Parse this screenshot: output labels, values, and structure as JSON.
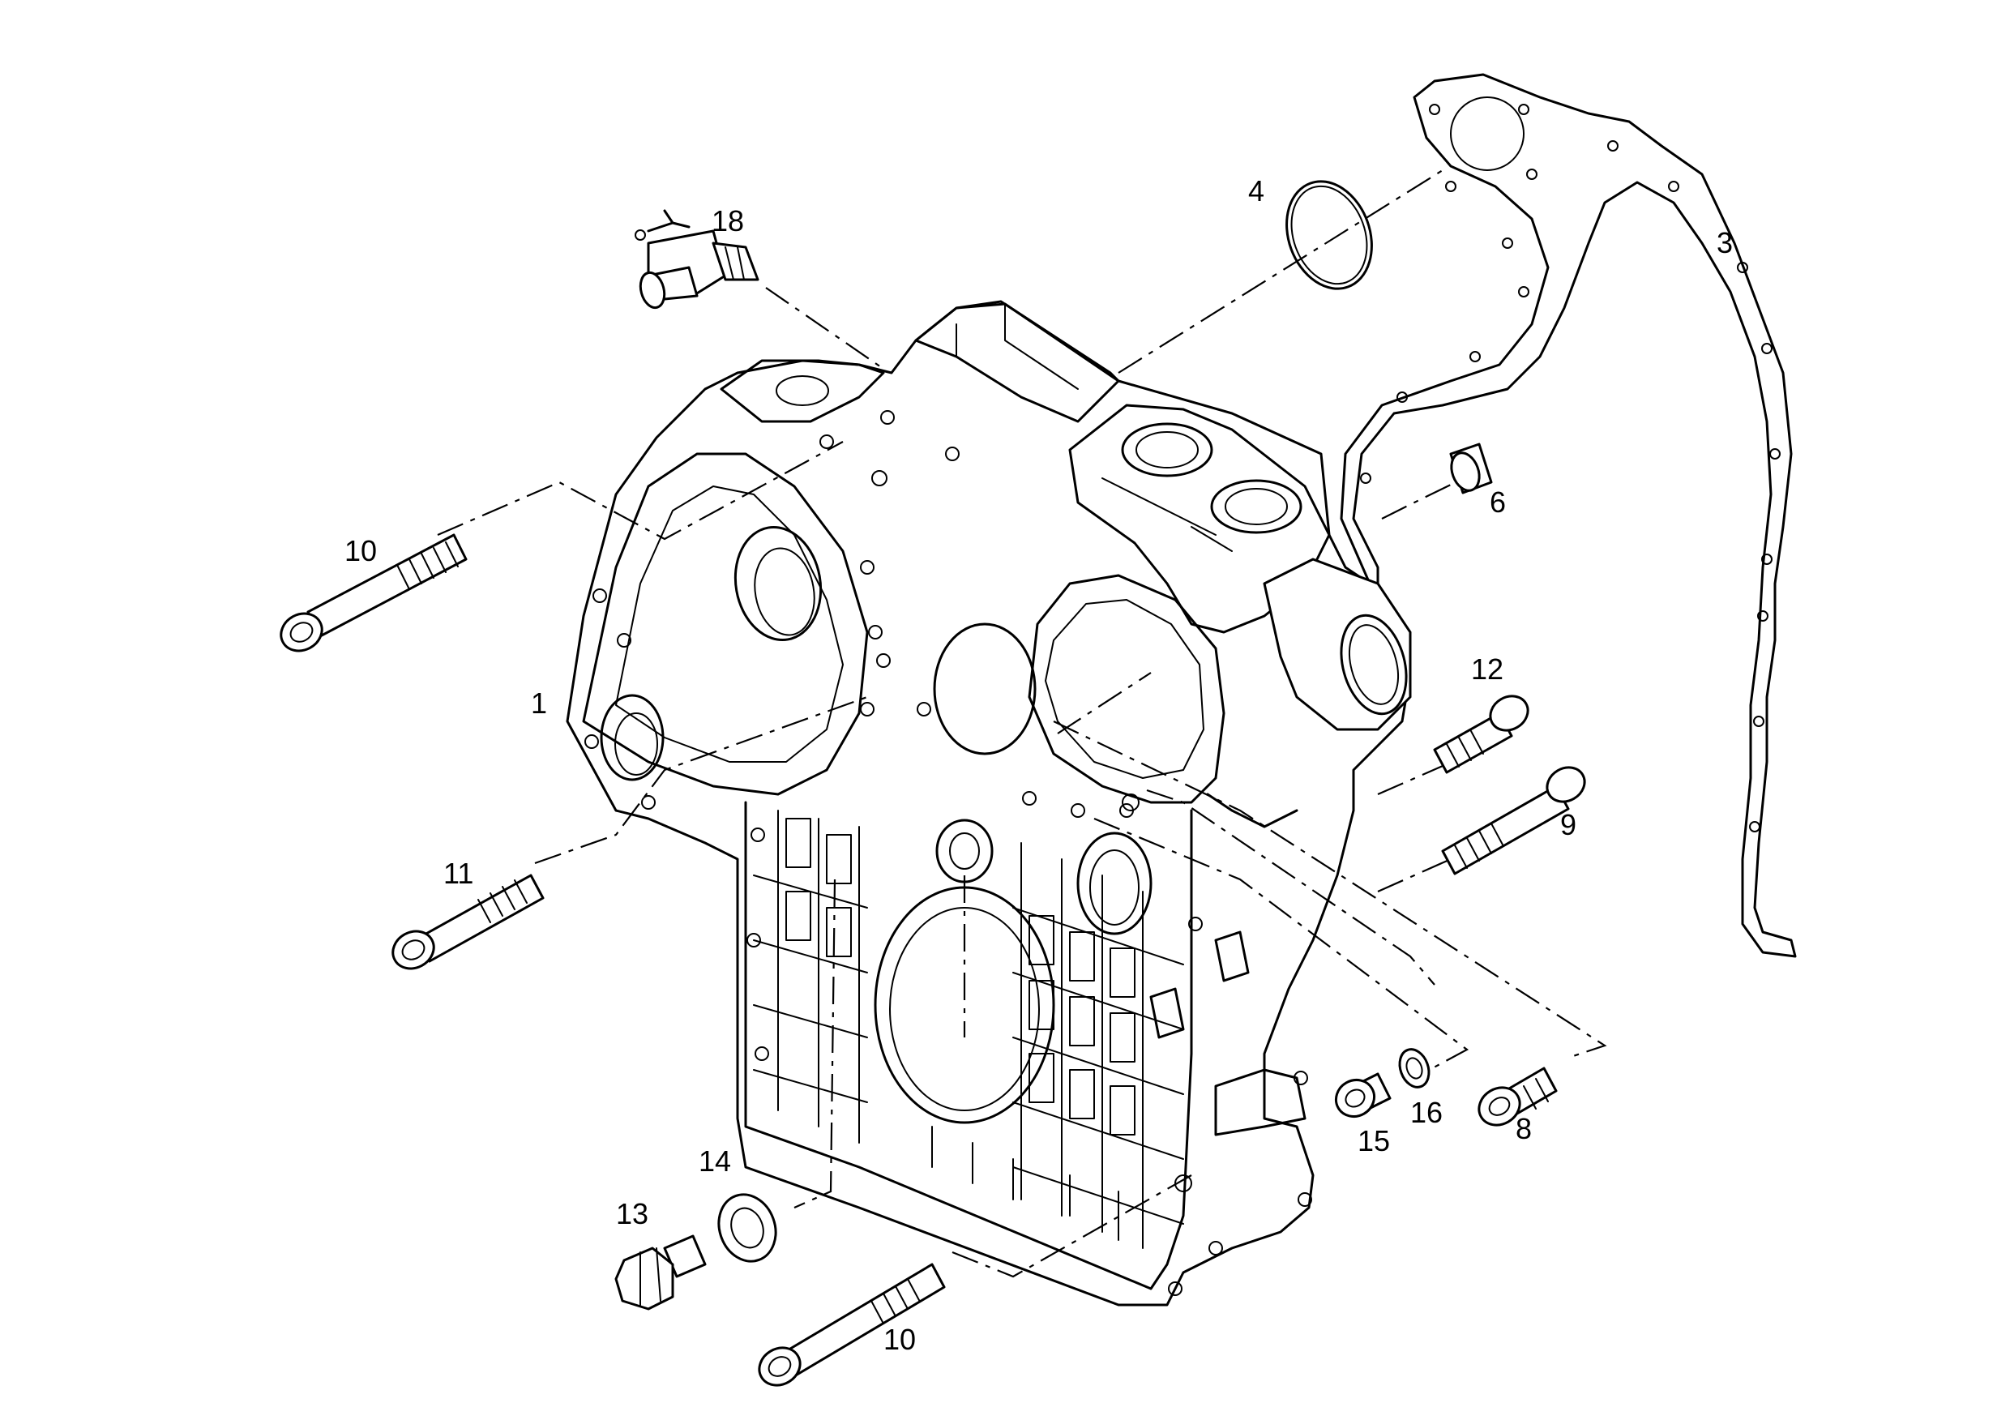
{
  "callouts": {
    "c1": "1",
    "c3": "3",
    "c4": "4",
    "c6": "6",
    "c8": "8",
    "c9": "9",
    "c10a": "10",
    "c10b": "10",
    "c11": "11",
    "c12": "12",
    "c13": "13",
    "c14": "14",
    "c15": "15",
    "c16": "16",
    "c18": "18"
  },
  "colors": {
    "line": "#000000",
    "background": "#ffffff"
  }
}
